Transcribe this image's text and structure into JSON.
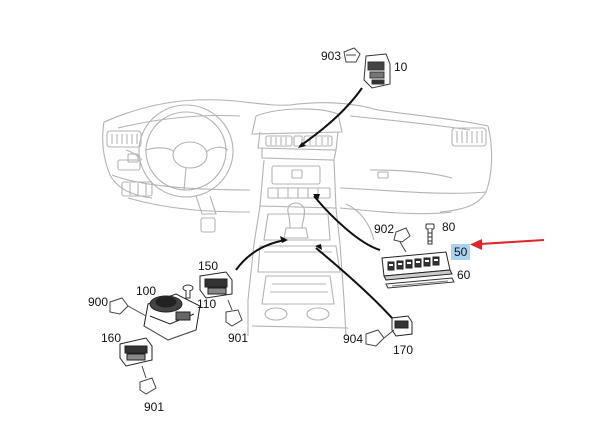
{
  "callouts": {
    "p903": "903",
    "p10": "10",
    "p902": "902",
    "p80": "80",
    "p50": "50",
    "p60": "60",
    "p150": "150",
    "p100": "100",
    "p110": "110",
    "p900": "900",
    "p160": "160",
    "p901a": "901",
    "p901b": "901",
    "p904": "904",
    "p170": "170"
  },
  "colors": {
    "line": "#b0b0b0",
    "part": "#333333",
    "arrow": "#e0242a",
    "highlight": "#a9d3f0"
  }
}
